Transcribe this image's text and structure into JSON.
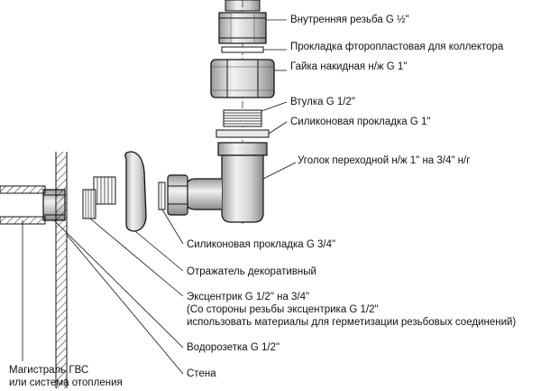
{
  "labels": {
    "inner_thread": "Внутренняя резьба G ½\"",
    "ptfe_gasket": "Прокладка фторопластовая для коллектора",
    "union_nut": "Гайка накидная н/ж G 1\"",
    "bushing": "Втулка G 1/2\"",
    "silicone_gasket_1": "Силиконовая прокладка  G 1\"",
    "elbow": "Уголок переходной н/ж 1\" на 3/4\" н/г",
    "silicone_gasket_34": "Силиконовая прокладка G 3/4\"",
    "reflector": "Отражатель декоративный",
    "eccentric_line1": "Эксцентрик G 1/2\" на  3/4\"",
    "eccentric_line2": "(Со стороны резьбы эксцентрика G 1/2\"",
    "eccentric_line3": "использовать материалы для герметизации резьбовых соединений)",
    "water_socket": "Водорозетка G 1/2\"",
    "wall": "Стена",
    "main_line1": "Магистраль ГВС",
    "main_line2": "или система отопления"
  }
}
